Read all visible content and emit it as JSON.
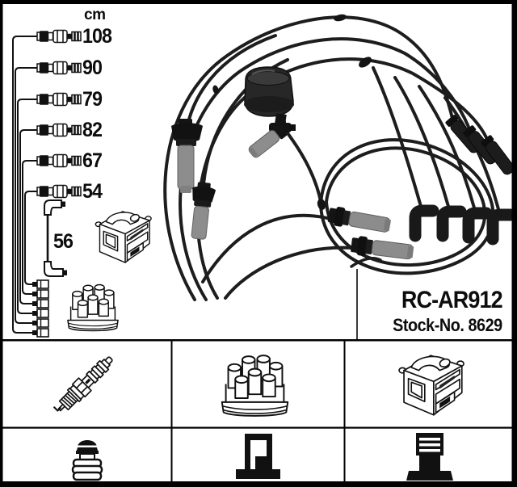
{
  "page": {
    "background": "#ffffff",
    "frame_color": "#000000"
  },
  "size_diagram": {
    "unit_label": "cm",
    "cable_lengths": [
      "108",
      "90",
      "79",
      "82",
      "67",
      "54"
    ],
    "coil_wire_length": "56",
    "drawings": [
      "cable-with-terminals",
      "coil-wire",
      "ignition-coil",
      "distributor-cap",
      "connector-stack"
    ]
  },
  "product": {
    "part_number": "RC-AR912",
    "stock_number": "Stock-No. 8629",
    "photo": "ignition-lead-set-photo",
    "cable_color": "#1d1d1d",
    "boot_color": "#8d8d8d"
  },
  "legend_table": {
    "row1_icons": [
      "spark-plug",
      "distributor-cap",
      "ignition-coil"
    ],
    "row2_icons": [
      "plug-terminal",
      "distributor-terminal",
      "coil-terminal"
    ]
  }
}
